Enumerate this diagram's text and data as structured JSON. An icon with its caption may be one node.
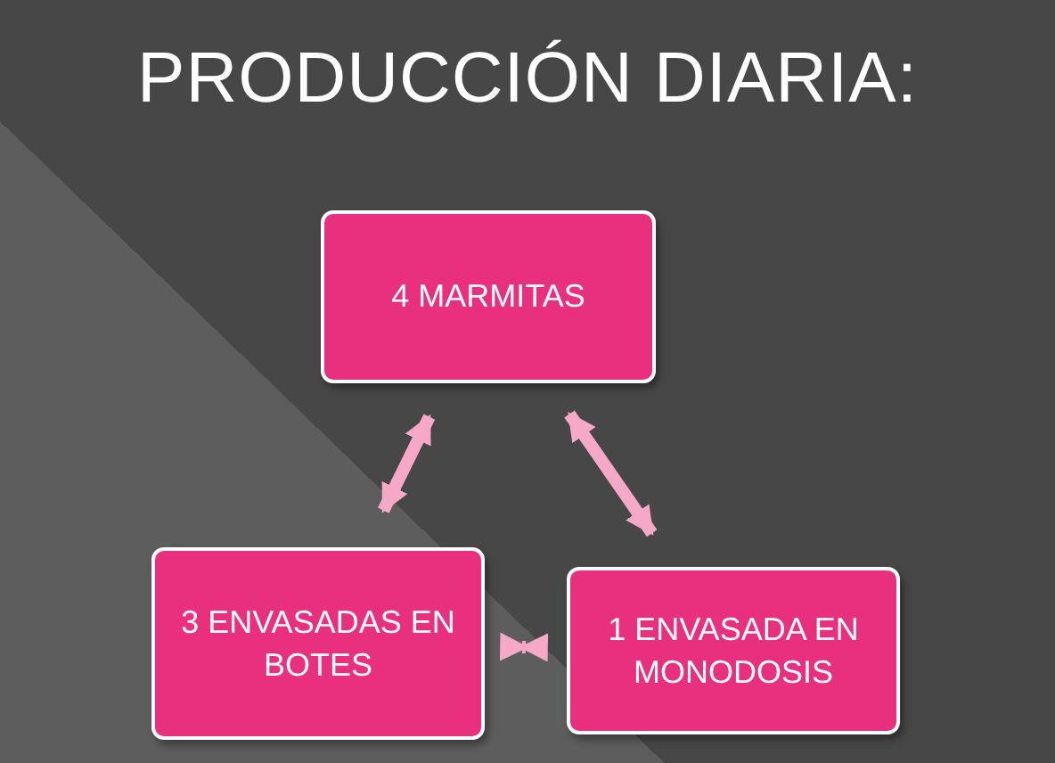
{
  "diagram": {
    "title": "PRODUCCIÓN DIARIA:",
    "nodes": [
      {
        "text": [
          "4 MARMITAS"
        ]
      },
      {
        "text": [
          "3 ENVASADAS EN BOTES"
        ]
      },
      {
        "text": [
          "1 ENVASADA EN MONODOSIS"
        ]
      }
    ],
    "edges": [
      {
        "from": 0,
        "to": 1,
        "arrow": "both"
      },
      {
        "from": 0,
        "to": 2,
        "arrow": "both"
      },
      {
        "from": 1,
        "to": 2,
        "arrow": "both"
      }
    ]
  }
}
